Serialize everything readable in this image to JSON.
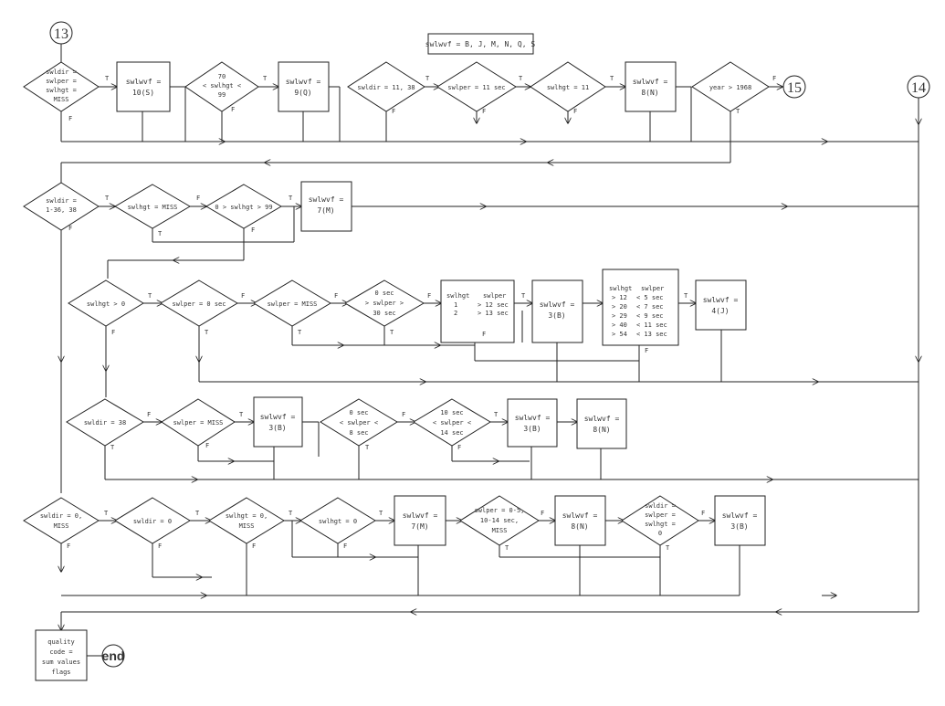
{
  "legend": "swlwvf = B, J, M, N, Q, S",
  "connectors": {
    "start": "13",
    "exit": "15",
    "entry": "14",
    "end": "end"
  },
  "row1": {
    "d1": [
      "swldir =",
      "swlper =",
      "swlhgt =",
      "MISS"
    ],
    "b1": [
      "swlwvf =",
      "10(S)"
    ],
    "d2": [
      "70",
      "< swlhgt <",
      "99"
    ],
    "b2": [
      "swlwvf =",
      "9(Q)"
    ],
    "d3": [
      "swldir = 11, 38"
    ],
    "d4": [
      "swlper = 11 sec"
    ],
    "d5": [
      "swlhgt = 11"
    ],
    "b3": [
      "swlwvf =",
      "8(N)"
    ],
    "d6": [
      "year > 1968"
    ]
  },
  "row2": {
    "d1": [
      "swldir =",
      "1-36, 38"
    ],
    "d2": [
      "swlhgt = MISS"
    ],
    "d3": [
      "0 > swlhgt > 99"
    ],
    "b1": [
      "swlwvf =",
      "7(M)"
    ]
  },
  "row3": {
    "d1": [
      "swlhgt > 0"
    ],
    "d2": [
      "swlper = 0 sec"
    ],
    "d3": [
      "swlper = MISS"
    ],
    "d4": [
      "0 sec",
      "> swlper >",
      "30 sec"
    ],
    "t1": {
      "h1": "swlhgt",
      "h2": "swlper",
      "rows": [
        [
          "1",
          "> 12 sec"
        ],
        [
          "2",
          "> 13 sec"
        ]
      ]
    },
    "b1": [
      "swlwvf =",
      "3(B)"
    ],
    "t2": {
      "h1": "swlhgt",
      "h2": "swlper",
      "rows": [
        [
          "> 12",
          "< 5 sec"
        ],
        [
          "> 20",
          "< 7 sec"
        ],
        [
          "> 29",
          "< 9 sec"
        ],
        [
          "> 40",
          "< 11 sec"
        ],
        [
          "> 54",
          "< 13 sec"
        ]
      ]
    },
    "b2": [
      "swlwvf =",
      "4(J)"
    ]
  },
  "row4": {
    "d1": [
      "swldir = 38"
    ],
    "d2": [
      "swlper = MISS"
    ],
    "b1": [
      "swlwvf =",
      "3(B)"
    ],
    "d3": [
      "0 sec",
      "< swlper <",
      "8 sec"
    ],
    "d4": [
      "10 sec",
      "< swlper <",
      "14 sec"
    ],
    "b2": [
      "swlwvf =",
      "3(B)"
    ],
    "b3": [
      "swlwvf =",
      "8(N)"
    ]
  },
  "row5": {
    "d1": [
      "swldir = 0,",
      "MISS"
    ],
    "d2": [
      "swldir = 0"
    ],
    "d3": [
      "swlhgt = 0,",
      "MISS"
    ],
    "d4": [
      "swlhgt = 0"
    ],
    "b1": [
      "swlwvf =",
      "7(M)"
    ],
    "d5": [
      "swlper = 0-5,",
      "10-14 sec,",
      "MISS"
    ],
    "b2": [
      "swlwvf =",
      "8(N)"
    ],
    "d6": [
      "swldir =",
      "swlper =",
      "swlhgt =",
      "0"
    ],
    "b3": [
      "swlwvf =",
      "3(B)"
    ]
  },
  "final_box": [
    "quality",
    "code =",
    "sum values",
    "flags"
  ],
  "tf": {
    "t": "T",
    "f": "F"
  }
}
